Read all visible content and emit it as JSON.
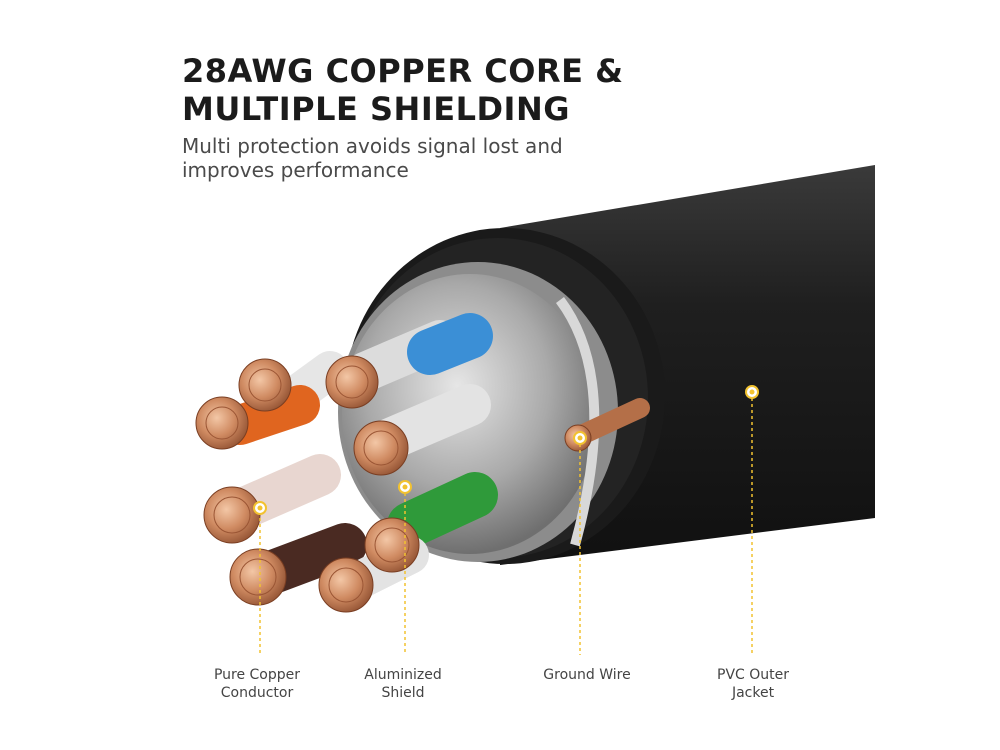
{
  "headline": {
    "line1": "28AWG COPPER CORE &",
    "line2": "MULTIPLE SHIELDING"
  },
  "subline": {
    "line1": "Multi protection avoids signal lost and",
    "line2": "improves performance"
  },
  "labels": [
    {
      "line1": "Pure Copper",
      "line2": "Conductor"
    },
    {
      "line1": "Aluminized",
      "line2": "Shield"
    },
    {
      "line1": "Ground Wire",
      "line2": ""
    },
    {
      "line1": "PVC Outer",
      "line2": "Jacket"
    }
  ],
  "colors": {
    "jacket": "#1c1c1c",
    "foil": "#b9b9b9",
    "copper": "#c8835c",
    "marker": "#f2c230",
    "blue": "#3b8fd6",
    "green": "#2f9a3a",
    "orange": "#e0651f",
    "brown": "#4a2a22",
    "white_insulation": "#e6e6e6"
  }
}
